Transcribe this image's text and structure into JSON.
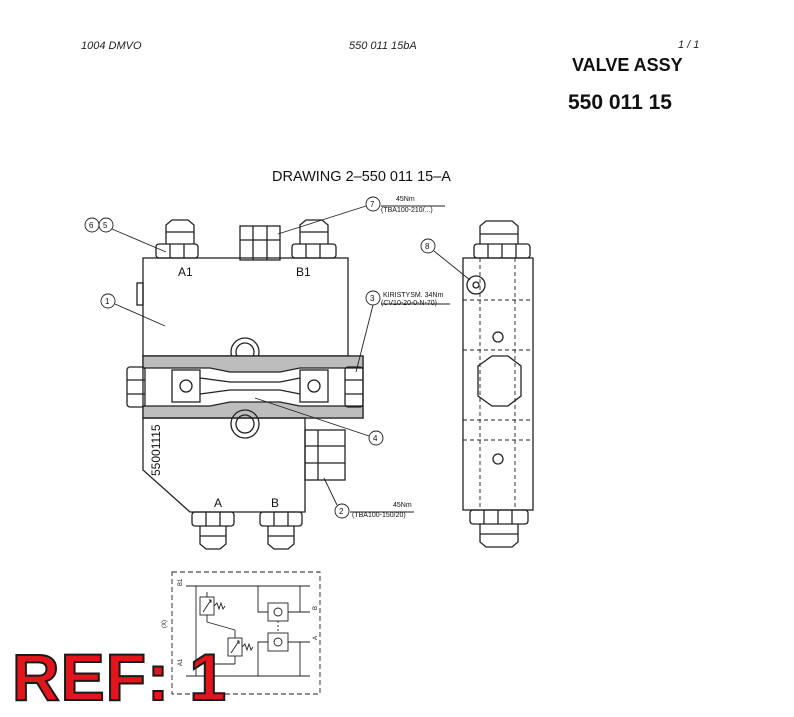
{
  "header": {
    "doc_code": "1004 DMVO",
    "doc_ref": "550 011 15bA",
    "page": "1 /   1"
  },
  "title": "VALVE ASSY",
  "part_number": "550 011 15",
  "drawing_title": "DRAWING 2–550 011 15–A",
  "labels": {
    "port_a1": "A1",
    "port_b1": "B1",
    "port_a": "A",
    "port_b": "B",
    "body_marking": "55001115",
    "schem_b1": "B1",
    "schem_a1": "A1",
    "schem_b": "B",
    "schem_a": "A",
    "schem_x": "(X)"
  },
  "callouts": [
    {
      "num": "6",
      "text": ""
    },
    {
      "num": "5",
      "text": ""
    },
    {
      "num": "1",
      "text": ""
    },
    {
      "num": "7",
      "torque": "45Nm",
      "spec": "(TBA100-210/...)"
    },
    {
      "num": "3",
      "torque": "KIRISTYSM. 34Nm",
      "spec": "(CV10-20-0-N-70)"
    },
    {
      "num": "4",
      "text": ""
    },
    {
      "num": "2",
      "torque": "45Nm",
      "spec": "(TBA100-150/20)"
    },
    {
      "num": "8",
      "text": ""
    }
  ],
  "stamp": "REF: 1"
}
